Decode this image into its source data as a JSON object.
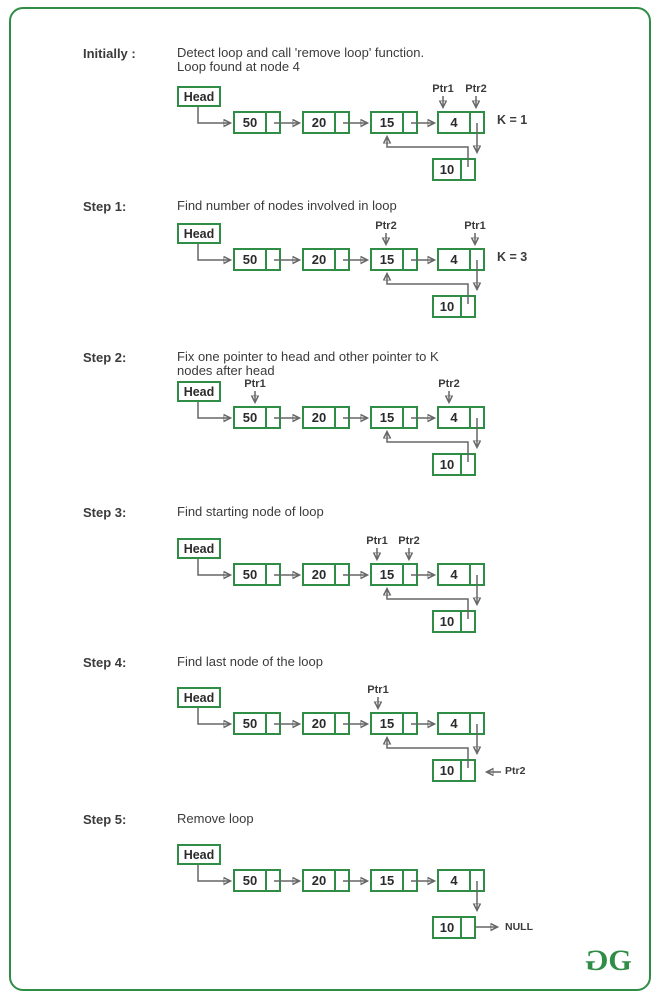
{
  "colors": {
    "green": "#2f8d46",
    "arrow": "#666666",
    "text": "#3b3b3b"
  },
  "logo": {
    "g1": "G",
    "g2": "G"
  },
  "sections": [
    {
      "label": "Initially :",
      "description": "Detect loop and call 'remove loop' function.\nLoop found at node 4",
      "head_label": "Head",
      "nodes": [
        "50",
        "20",
        "15",
        "4"
      ],
      "loop_node": "10",
      "k_label": "K = 1",
      "pointers": [
        {
          "name": "Ptr1"
        },
        {
          "name": "Ptr2"
        }
      ]
    },
    {
      "label": "Step 1:",
      "description": "Find number of nodes involved in loop",
      "head_label": "Head",
      "nodes": [
        "50",
        "20",
        "15",
        "4"
      ],
      "loop_node": "10",
      "k_label": "K = 3",
      "pointers": [
        {
          "name": "Ptr2"
        },
        {
          "name": "Ptr1"
        }
      ]
    },
    {
      "label": "Step 2:",
      "description": "Fix one pointer to head and other pointer to K\nnodes after head",
      "head_label": "Head",
      "nodes": [
        "50",
        "20",
        "15",
        "4"
      ],
      "loop_node": "10",
      "pointers": [
        {
          "name": "Ptr1"
        },
        {
          "name": "Ptr2"
        }
      ]
    },
    {
      "label": "Step 3:",
      "description": "Find starting node of loop",
      "head_label": "Head",
      "nodes": [
        "50",
        "20",
        "15",
        "4"
      ],
      "loop_node": "10",
      "pointers": [
        {
          "name": "Ptr1"
        },
        {
          "name": "Ptr2"
        }
      ]
    },
    {
      "label": "Step 4:",
      "description": "Find last node of the loop",
      "head_label": "Head",
      "nodes": [
        "50",
        "20",
        "15",
        "4"
      ],
      "loop_node": "10",
      "pointers": [
        {
          "name": "Ptr1"
        }
      ],
      "side_pointer": {
        "name": "Ptr2"
      }
    },
    {
      "label": "Step 5:",
      "description": "Remove loop",
      "head_label": "Head",
      "nodes": [
        "50",
        "20",
        "15",
        "4"
      ],
      "loop_node": "10",
      "null_label": "NULL"
    }
  ]
}
